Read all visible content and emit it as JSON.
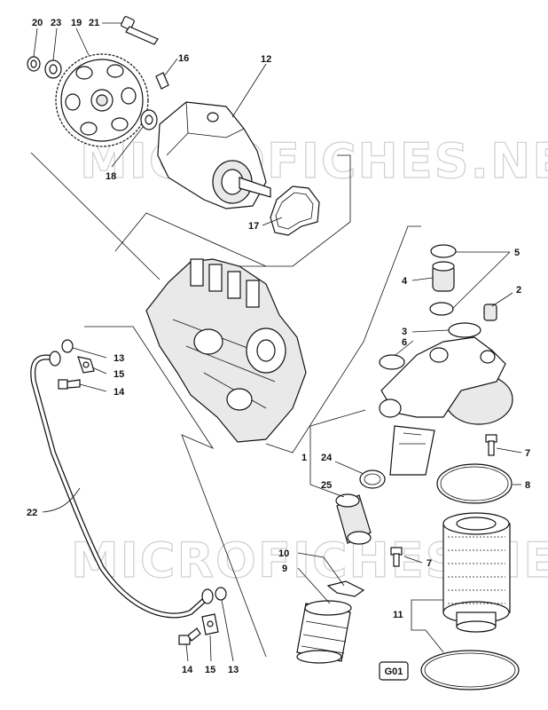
{
  "watermark": "MICROFICHES.NET",
  "callouts": {
    "c20": "20",
    "c23": "23",
    "c19": "19",
    "c21": "21",
    "c16": "16",
    "c12": "12",
    "c18": "18",
    "c17": "17",
    "c5": "5",
    "c4": "4",
    "c2": "2",
    "c3": "3",
    "c6": "6",
    "c13a": "13",
    "c15a": "15",
    "c14a": "14",
    "c1": "1",
    "c24": "24",
    "c7a": "7",
    "c8": "8",
    "c25": "25",
    "c22": "22",
    "c10": "10",
    "c9": "9",
    "c7b": "7",
    "c11": "11",
    "c14b": "14",
    "c15b": "15",
    "c13b": "13"
  },
  "reference_box": "G01"
}
